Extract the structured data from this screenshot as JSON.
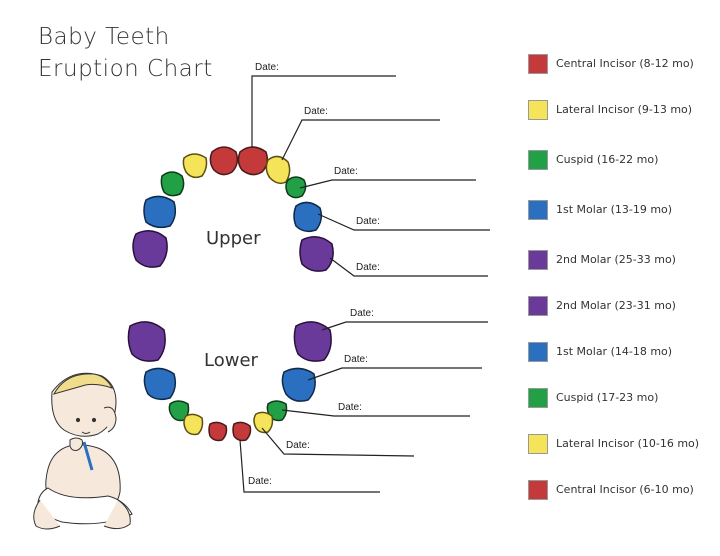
{
  "title": {
    "line1": "Baby Teeth",
    "line2": "Eruption Chart"
  },
  "labels": {
    "upper": "Upper",
    "lower": "Lower"
  },
  "date_label": "Date:",
  "colors": {
    "central": "#c43a3a",
    "lateral": "#f5e35a",
    "cuspid": "#22a046",
    "first_molar": "#2a6fc0",
    "second_molar": "#6a3a9a"
  },
  "legend": [
    {
      "label": "Central Incisor (8-12 mo)",
      "color": "#c43a3a"
    },
    {
      "label": "Lateral Incisor (9-13 mo)",
      "color": "#f5e35a"
    },
    {
      "label": "Cuspid (16-22 mo)",
      "color": "#22a046"
    },
    {
      "label": "1st Molar (13-19 mo)",
      "color": "#2a6fc0"
    },
    {
      "label": "2nd Molar (25-33 mo)",
      "color": "#6a3a9a"
    },
    {
      "label": "2nd Molar (23-31 mo)",
      "color": "#6a3a9a"
    },
    {
      "label": "1st Molar (14-18 mo)",
      "color": "#2a6fc0"
    },
    {
      "label": "Cuspid (17-23 mo)",
      "color": "#22a046"
    },
    {
      "label": "Lateral Incisor (10-16 mo)",
      "color": "#f5e35a"
    },
    {
      "label": "Central Incisor (6-10 mo)",
      "color": "#c43a3a"
    }
  ]
}
